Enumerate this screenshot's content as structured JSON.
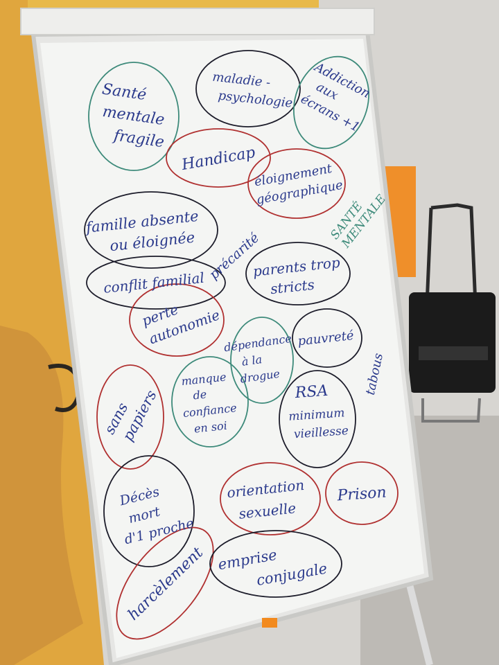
{
  "colors": {
    "wall": "#d8d6d2",
    "board": "#f3f4f2",
    "banner": "#e8b94a",
    "ink_blue": "#2b3a8c",
    "ink_black": "#1c1c2a",
    "ink_red": "#b03030",
    "ink_green": "#3d8a7a"
  },
  "board_words": [
    {
      "id": "sante-mentale-fragile",
      "lines": [
        "Santé",
        "mentale",
        "fragile"
      ]
    },
    {
      "id": "maladie-psychologie",
      "lines": [
        "maladie -",
        "psychologie"
      ]
    },
    {
      "id": "addiction-aux-ecrans",
      "lines": [
        "Addiction",
        "aux",
        "écrans +1"
      ]
    },
    {
      "id": "handicap",
      "lines": [
        "Handicap"
      ]
    },
    {
      "id": "eloignement-geographique",
      "lines": [
        "éloignement",
        "géographique"
      ]
    },
    {
      "id": "sante-mentale-caps",
      "lines": [
        "SANTÉ",
        "MENTALE"
      ]
    },
    {
      "id": "famille-absente",
      "lines": [
        "famille absente",
        "ou éloignée"
      ]
    },
    {
      "id": "conflit-familial",
      "lines": [
        "conflit familial"
      ]
    },
    {
      "id": "precarite",
      "lines": [
        "précarité"
      ]
    },
    {
      "id": "parents-trop-stricts",
      "lines": [
        "parents trop",
        "stricts"
      ]
    },
    {
      "id": "perte-autonomie",
      "lines": [
        "perte",
        "autonomie"
      ]
    },
    {
      "id": "dependance-drogue",
      "lines": [
        "dépendance",
        "à la",
        "drogue"
      ]
    },
    {
      "id": "pauvrete",
      "lines": [
        "pauvreté"
      ]
    },
    {
      "id": "tabous",
      "lines": [
        "tabous"
      ]
    },
    {
      "id": "sans-papiers",
      "lines": [
        "sans",
        "papiers"
      ]
    },
    {
      "id": "manque-confiance",
      "lines": [
        "manque",
        "de",
        "confiance",
        "en soi"
      ]
    },
    {
      "id": "rsa",
      "lines": [
        "RSA",
        "minimum",
        "vieillesse"
      ]
    },
    {
      "id": "deces",
      "lines": [
        "Décès",
        "mort",
        "d'1 proche"
      ]
    },
    {
      "id": "orientation-sexuelle",
      "lines": [
        "orientation",
        "sexuelle"
      ]
    },
    {
      "id": "prison",
      "lines": [
        "Prison"
      ]
    },
    {
      "id": "harcelement",
      "lines": [
        "harcèlement"
      ]
    },
    {
      "id": "emprise-conjugale",
      "lines": [
        "emprise",
        "conjugale"
      ]
    }
  ]
}
